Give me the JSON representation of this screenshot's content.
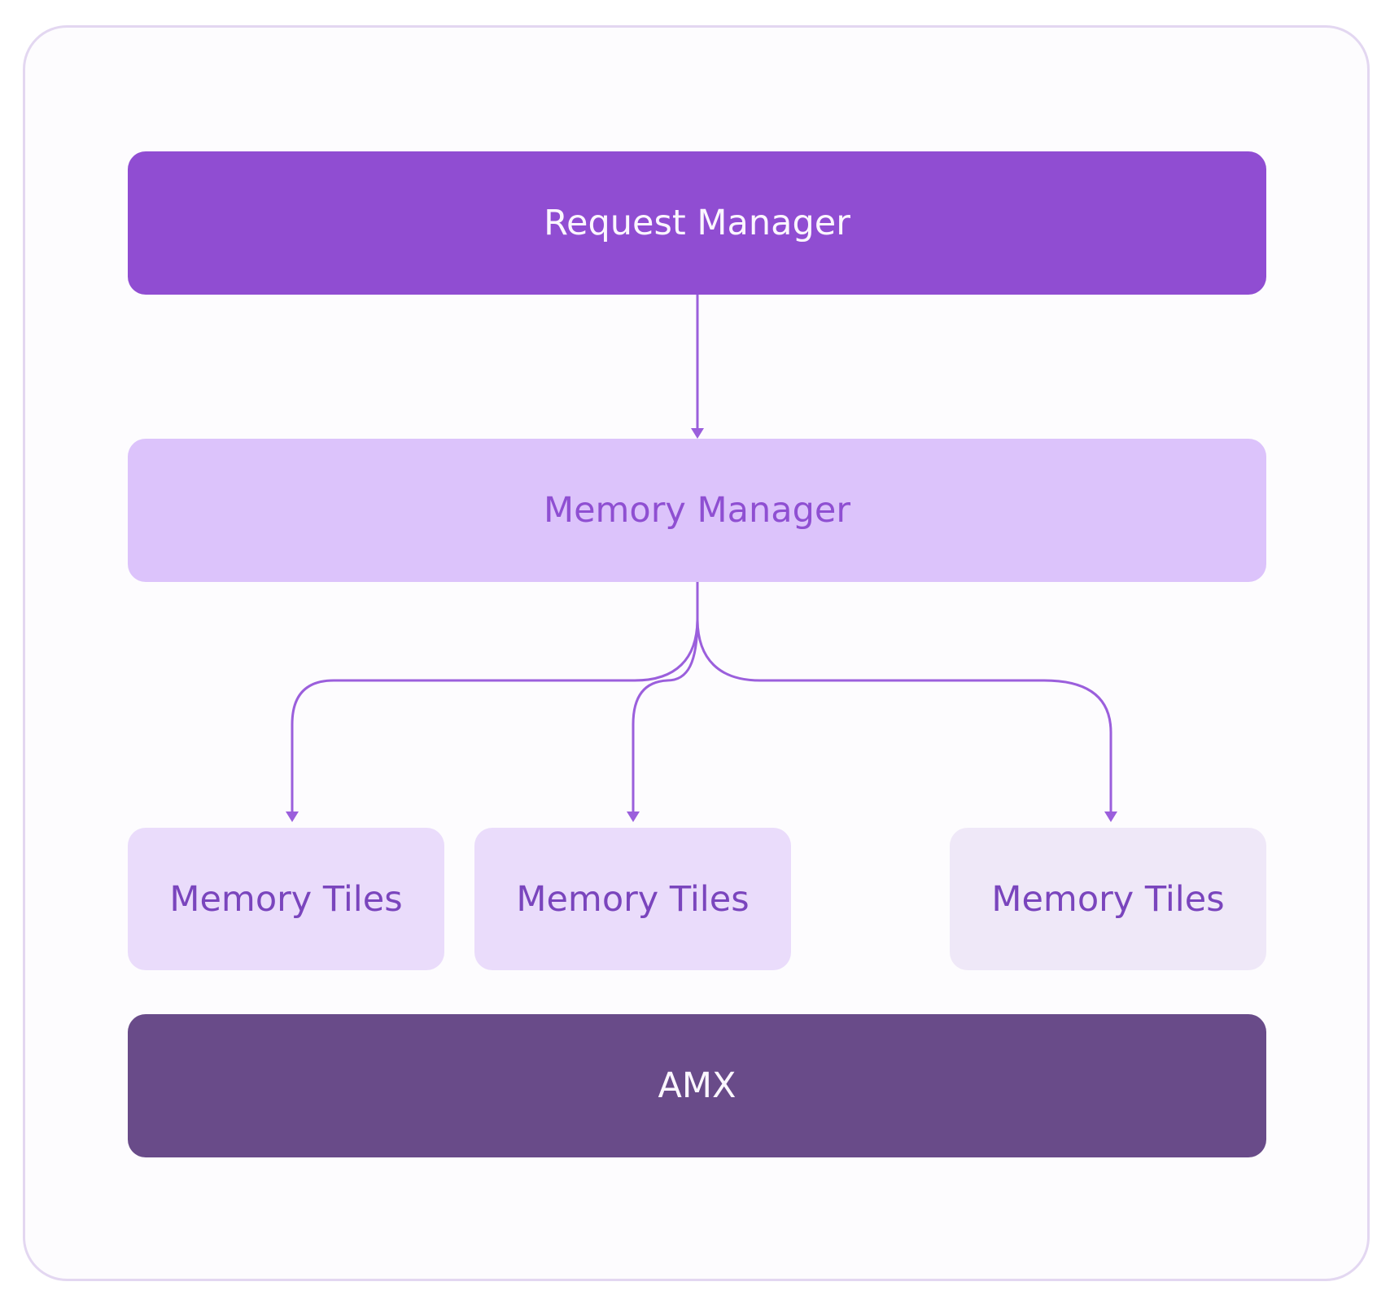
{
  "diagram": {
    "nodes": {
      "request_manager": "Request Manager",
      "memory_manager": "Memory Manager",
      "memory_tiles": [
        "Memory Tiles",
        "Memory Tiles",
        "Memory Tiles"
      ],
      "amx": "AMX"
    },
    "edges": [
      {
        "from": "Request Manager",
        "to": "Memory Manager"
      },
      {
        "from": "Memory Manager",
        "to": "Memory Tiles (1)"
      },
      {
        "from": "Memory Manager",
        "to": "Memory Tiles (2)"
      },
      {
        "from": "Memory Manager",
        "to": "Memory Tiles (3)"
      }
    ],
    "colors": {
      "request_manager": "#904dd2",
      "memory_manager": "#dcc3fb",
      "memory_tiles": "#eadcfb",
      "amx": "#694b89",
      "connector": "#9b5fdc",
      "frame_border": "#e3d7f1"
    }
  }
}
